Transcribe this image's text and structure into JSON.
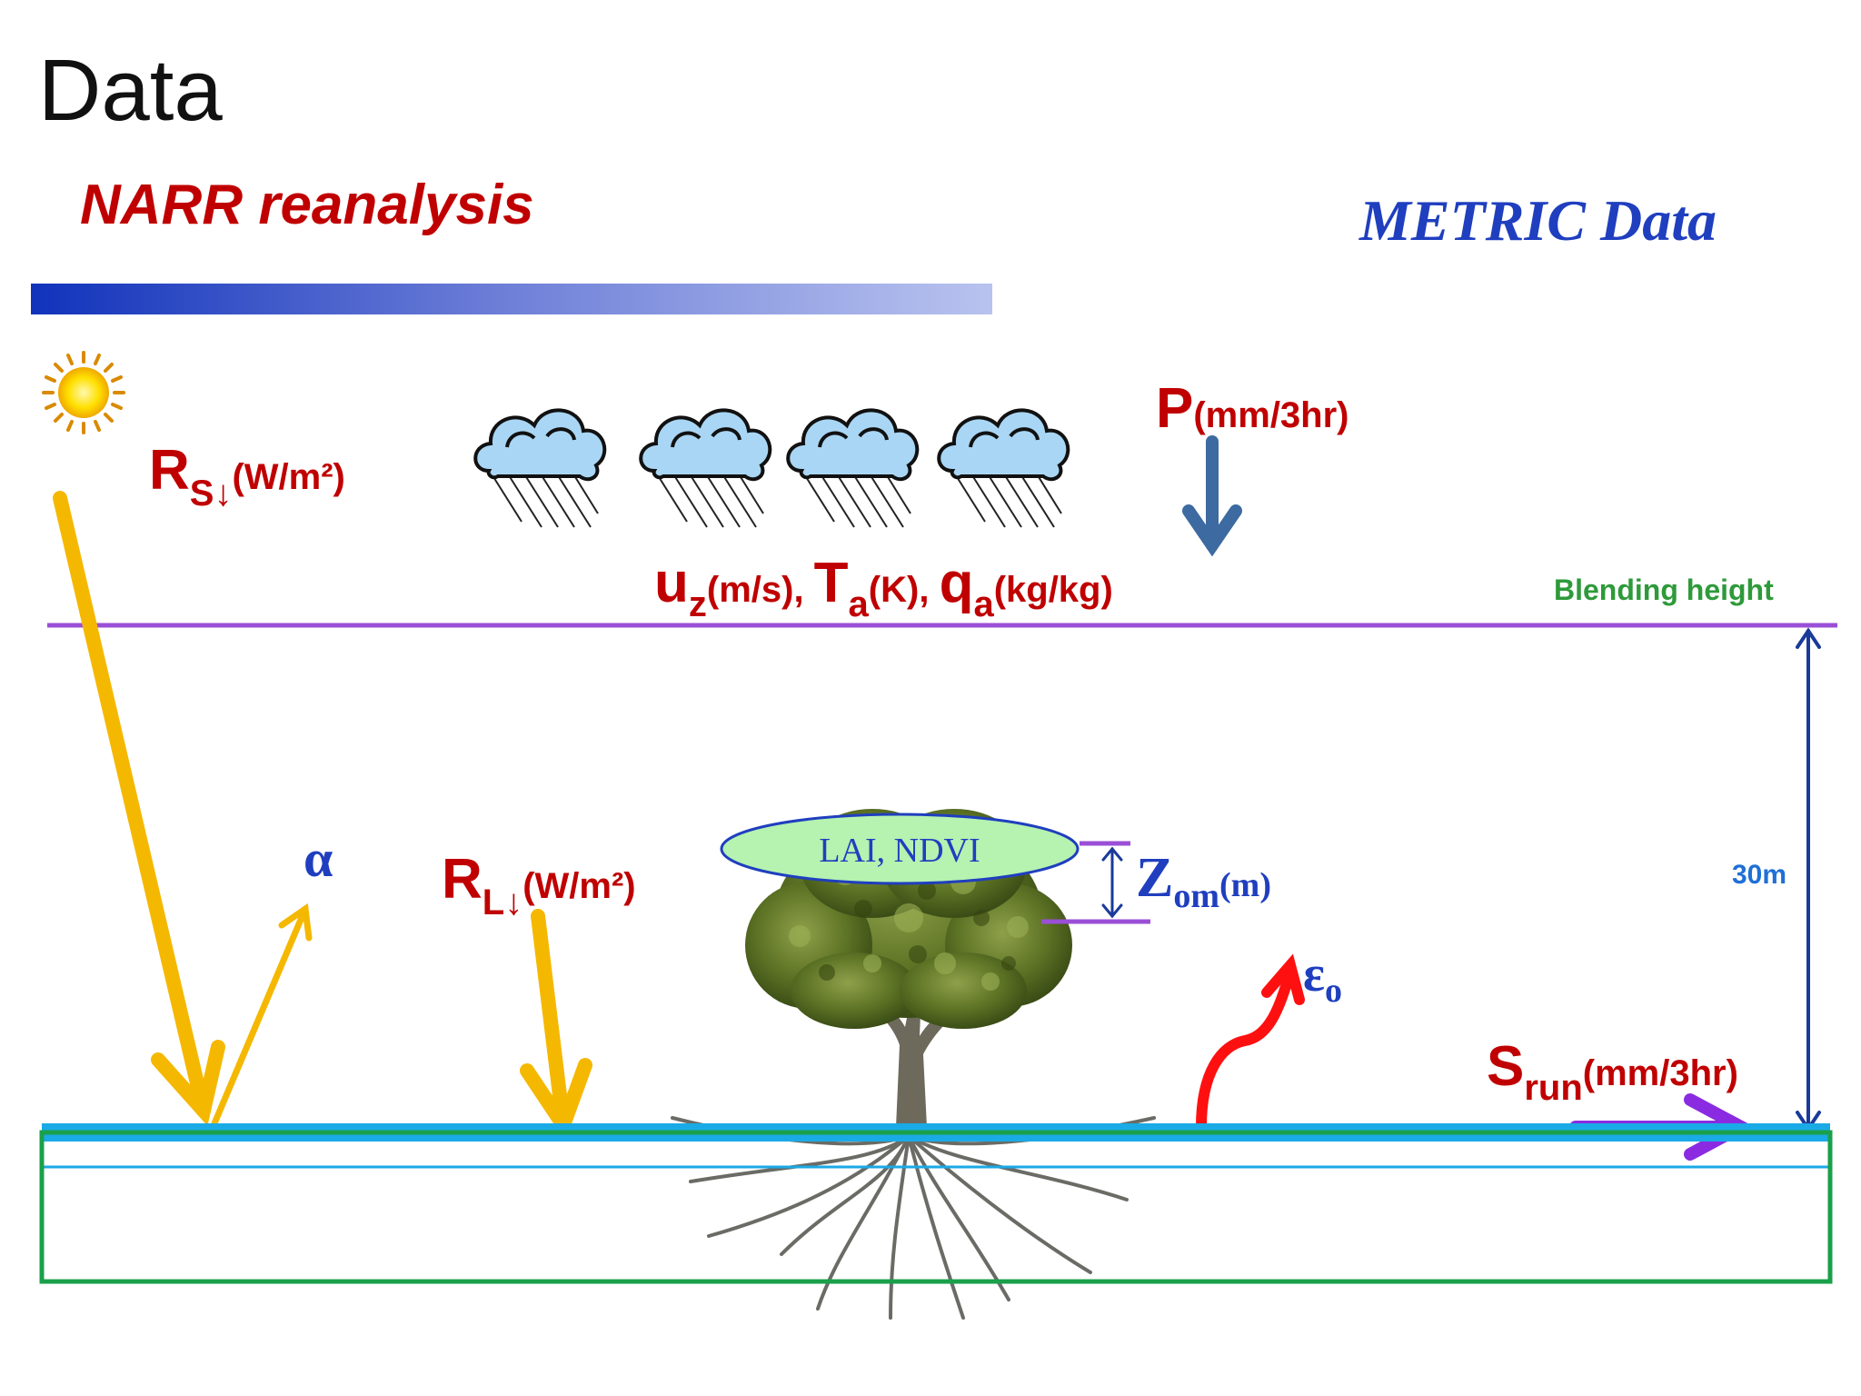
{
  "slide": {
    "title": "Data",
    "subtitle_left": "NARR reanalysis",
    "subtitle_right": "METRIC Data"
  },
  "labels": {
    "rs": {
      "main": "R",
      "sub": "S↓",
      "unit": "(W/m²)"
    },
    "rl": {
      "main": "R",
      "sub": "L↓",
      "unit": "(W/m²)"
    },
    "precip": {
      "main": "P",
      "unit": "(mm/3hr)"
    },
    "uz": {
      "main": "u",
      "sub": "z",
      "unit": "(m/s), "
    },
    "ta": {
      "main": "T",
      "sub": "a",
      "unit": "(K), "
    },
    "qa": {
      "main": "q",
      "sub": "a",
      "unit": "(kg/kg)"
    },
    "blending": "Blending  height",
    "height": "30m",
    "alpha": "α",
    "lai": "LAI, NDVI",
    "zom": {
      "main": "Z",
      "sub": "om",
      "unit": "(m)"
    },
    "eps": {
      "main": "ε",
      "sub": "o"
    },
    "srun": {
      "main": "S",
      "sub": "run",
      "unit": "(mm/3hr)"
    }
  },
  "colors": {
    "title": "#111111",
    "narr": "#c00000",
    "metric": "#1f3fbf",
    "red_label": "#c00000",
    "blue_label": "#1f3fbf",
    "green_label": "#2e9a3a",
    "blending_line": "#9a4fd6",
    "height_arrow": "#1a3a9a",
    "sun_arrow": "#f5b800",
    "precip_arrow": "#3d6aa0",
    "emission_arrow": "#ff1010",
    "runoff_arrow": "#8a2be2",
    "surface": "#1aaae6",
    "soil_box": "#1aa04a",
    "lai_fill": "#b6f2b0"
  },
  "icons": [
    "sun-icon",
    "rain-cloud-icon",
    "tree-icon"
  ]
}
